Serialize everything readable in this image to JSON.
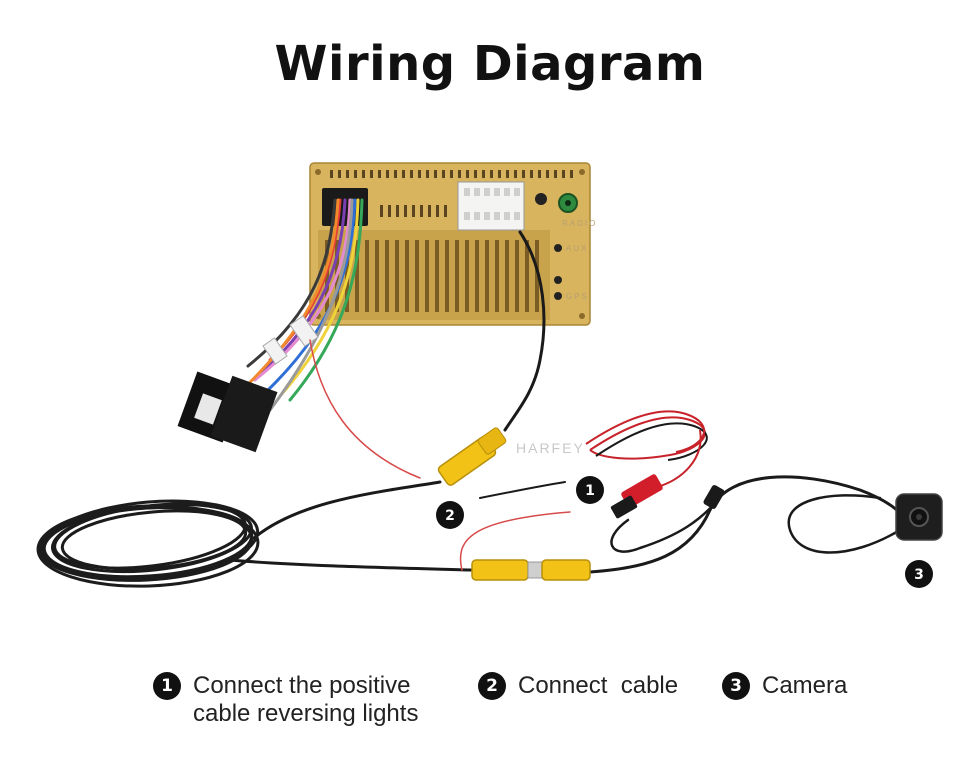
{
  "title": "Wiring Diagram",
  "watermark": "HARFEY",
  "radio_labels": [
    "RADIO",
    "AUX",
    "GPS"
  ],
  "markers": [
    "1",
    "2",
    "3"
  ],
  "legend": [
    {
      "num": "1",
      "line1": "Connect the positive",
      "line2": "cable reversing lights"
    },
    {
      "num": "2",
      "line1": "Connect  cable",
      "line2": ""
    },
    {
      "num": "3",
      "line1": "Camera",
      "line2": ""
    }
  ],
  "colors": {
    "unit_gold": "#d8b45e",
    "unit_gold_dark": "#b8913e",
    "rca_yellow": "#f2c316",
    "cable_black": "#1a1a1a",
    "cable_red": "#c8222a",
    "badge": "#111111"
  }
}
